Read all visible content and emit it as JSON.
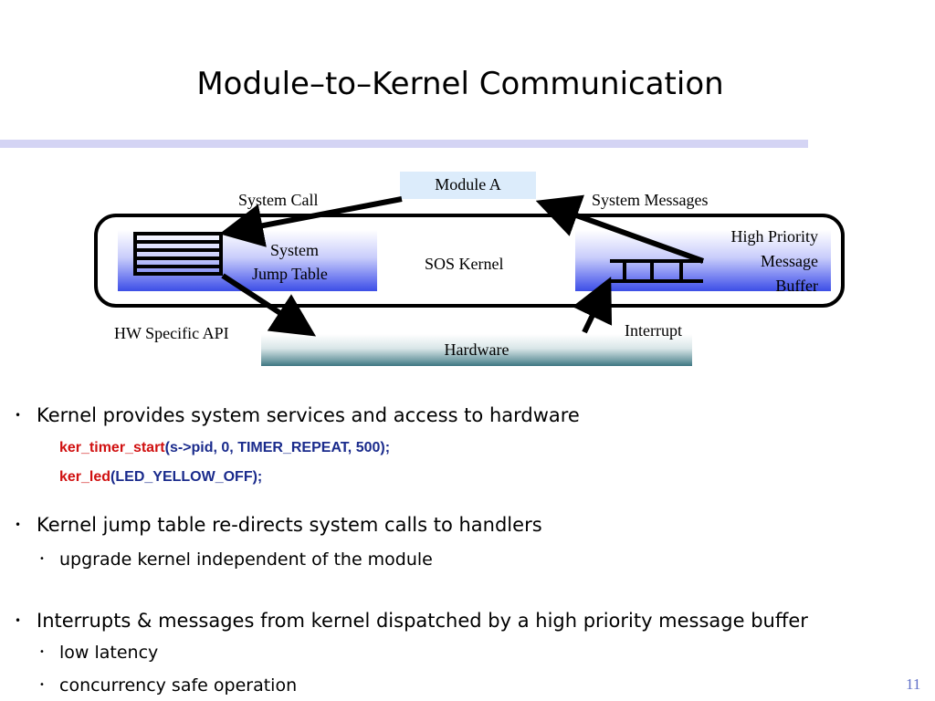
{
  "slide": {
    "title": "Module–to–Kernel Communication",
    "page_number": "11"
  },
  "diagram": {
    "module_a": "Module A",
    "system_call": "System Call",
    "system_messages": "System Messages",
    "jump_table_line1": "System",
    "jump_table_line2": "Jump Table",
    "sos_kernel": "SOS Kernel",
    "hp_line1": "High Priority",
    "hp_line2": "Message",
    "hp_line3": "Buffer",
    "hw_api": "HW Specific API",
    "interrupt": "Interrupt",
    "hardware": "Hardware"
  },
  "bullets": [
    {
      "text": "Kernel provides system services and access to hardware",
      "code": [
        {
          "fn": "ker_timer_start",
          "args": "(s->pid, 0, TIMER_REPEAT, 500);"
        },
        {
          "fn": "ker_led",
          "args": "(LED_YELLOW_OFF);"
        }
      ]
    },
    {
      "text": "Kernel jump table re-directs system calls to handlers",
      "sub": [
        "upgrade kernel independent of the module"
      ]
    },
    {
      "text": "Interrupts & messages from kernel dispatched by a high priority message buffer",
      "sub": [
        "low latency",
        "concurrency safe operation"
      ]
    }
  ],
  "colors": {
    "code_function": "#d01010",
    "code_args": "#1a2b8c",
    "title_bar": "#d4d4f4",
    "page_number": "#6070c8"
  }
}
